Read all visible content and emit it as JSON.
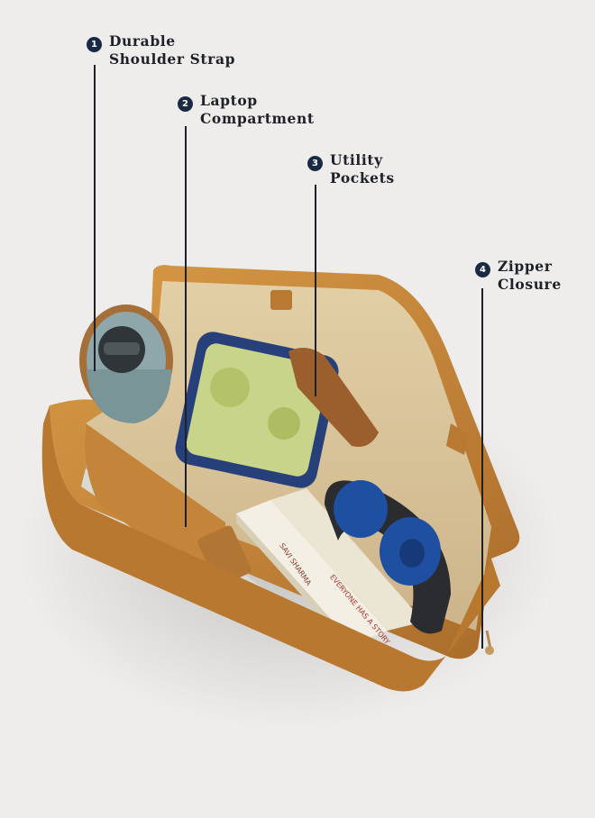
{
  "callouts": [
    {
      "number": "1",
      "line1": "Durable",
      "line2": "Shoulder Strap"
    },
    {
      "number": "2",
      "line1": "Laptop",
      "line2": "Compartment"
    },
    {
      "number": "3",
      "line1": "Utility",
      "line2": "Pockets"
    },
    {
      "number": "4",
      "line1": "Zipper",
      "line2": "Closure"
    }
  ],
  "book_spines": {
    "spine1": "SAVI SHARMA",
    "spine2": "EVERYONE HAS A STORY"
  },
  "colors": {
    "background": "#eeedeb",
    "leather": "#c98a3a",
    "lining": "#d8c39a",
    "badge": "#1b2a44",
    "headphone_blue": "#1f4fa0"
  }
}
